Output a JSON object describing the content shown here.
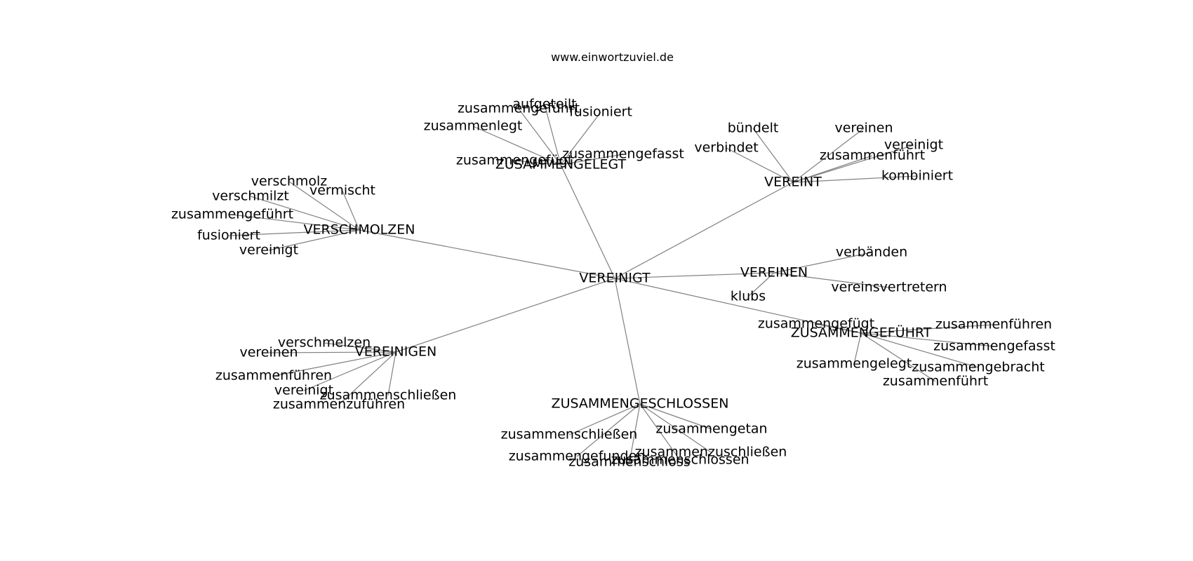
{
  "page": {
    "title": "www.einwortzuviel.de"
  },
  "graph": {
    "center": "VEREINIGT",
    "hubs": [
      {
        "label": "ZUSAMMENGELEGT",
        "words": [
          "aufgeteilt",
          "zusammengeführt",
          "fusioniert",
          "zusammenlegt",
          "zusammengefasst",
          "zusammengefügt"
        ]
      },
      {
        "label": "VEREINT",
        "words": [
          "bündelt",
          "vereinen",
          "vereinigt",
          "verbindet",
          "zusammenführt",
          "kombiniert"
        ]
      },
      {
        "label": "VERSCHMOLZEN",
        "words": [
          "verschmolz",
          "vermischt",
          "verschmilzt",
          "zusammengeführt",
          "fusioniert",
          "vereinigt"
        ]
      },
      {
        "label": "VEREINEN",
        "words": [
          "verbänden",
          "vereinsvertretern",
          "klubs"
        ]
      },
      {
        "label": "ZUSAMMENGEFÜHRT",
        "words": [
          "zusammengefügt",
          "zusammenführen",
          "zusammengefasst",
          "zusammengelegt",
          "zusammengebracht",
          "zusammenführt"
        ]
      },
      {
        "label": "VEREINIGEN",
        "words": [
          "verschmelzen",
          "vereinen",
          "zusammenführen",
          "vereinigt",
          "zusammenschließen",
          "zusammenzuführen"
        ]
      },
      {
        "label": "ZUSAMMENGESCHLOSSEN",
        "words": [
          "zusammengetan",
          "zusammenschließen",
          "zusammenzuschließen",
          "zusammengefunden",
          "zusammenschlossen",
          "zusammenschloss"
        ]
      }
    ]
  }
}
